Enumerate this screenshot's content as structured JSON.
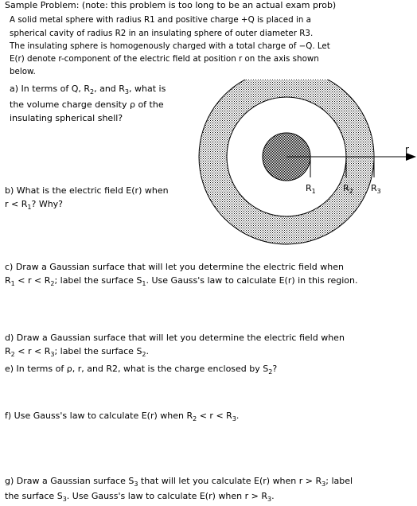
{
  "header": "Sample Problem: (note: this problem is too long to be an actual exam prob)",
  "intro": [
    "A solid metal sphere with radius R1 and positive charge +Q is placed in a",
    "spherical cavity  of radius R2 in an insulating sphere of outer diameter R3.",
    "The insulating sphere is homogenously charged with a total charge of −Q. Let",
    "E(r) denote r-component of the electric field at position r on the axis shown",
    "below."
  ],
  "a": {
    "l1": [
      "a) In terms of Q, R",
      "2",
      ", and R",
      "3",
      ", what is"
    ],
    "l2": "the volume charge density ρ of the",
    "l3": "insulating spherical shell?"
  },
  "b": {
    "l1": "b) What is the electric field E(r) when",
    "l2": [
      "r < R",
      "1",
      "? Why?"
    ]
  },
  "c": {
    "l1": "c) Draw a Gaussian surface that will let you determine the electric field when",
    "l2": [
      "R",
      "1",
      " < r < R",
      "2",
      "; label the surface S",
      "1",
      ".  Use Gauss's law to calculate E(r) in this region."
    ]
  },
  "d": {
    "l1": "d) Draw a Gaussian surface that will let you determine the electric field when",
    "l2": [
      "R",
      "2",
      " < r < R",
      "3",
      "; label the surface S",
      "2",
      "."
    ]
  },
  "e": [
    "e) In terms of ρ, r, and R2, what is the charge enclosed by S",
    "2",
    "?"
  ],
  "f": [
    "f) Use Gauss's law to calculate E(r) when R",
    "2",
    " < r < R",
    "3",
    "."
  ],
  "g": {
    "l1": [
      "g) Draw a Gaussian surface S",
      "3",
      " that will let you calculate E(r) when r > R",
      "3",
      "; label"
    ],
    "l2": [
      "the surface S",
      "3",
      ".  Use Gauss's law to calculate E(r) when r > R",
      "3",
      "."
    ]
  },
  "figure": {
    "axis_label": "r",
    "r1": [
      "R",
      "1"
    ],
    "r2": [
      "R",
      "2"
    ],
    "r3": [
      "R",
      "3"
    ]
  }
}
